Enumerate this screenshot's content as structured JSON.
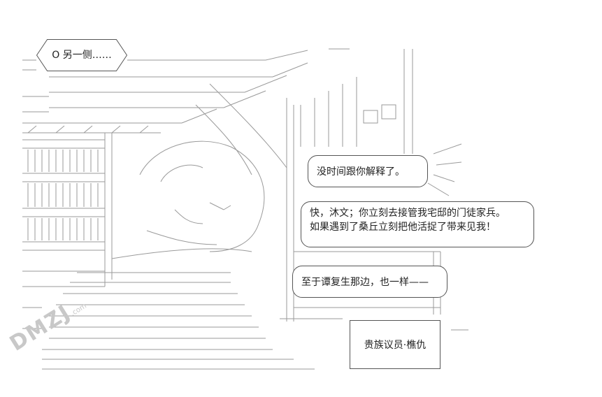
{
  "caption": {
    "text": "O 另一侧……"
  },
  "bubbles": [
    {
      "text": "没时间跟你解释了。"
    },
    {
      "lines": [
        "快，沐文；你立刻去接管我宅邸的门徒家兵。",
        "如果遇到了桑丘立刻把他活捉了带来见我！"
      ]
    },
    {
      "text": "至于谭复生那边，也一样——"
    }
  ],
  "speaker": {
    "label": "贵族议员·樵仇"
  },
  "watermark": {
    "text": "DMZJ",
    "sub": ".com"
  },
  "colors": {
    "ink": "#222222",
    "line": "#555555",
    "art": "#9a9a9a",
    "background": "#ffffff"
  }
}
